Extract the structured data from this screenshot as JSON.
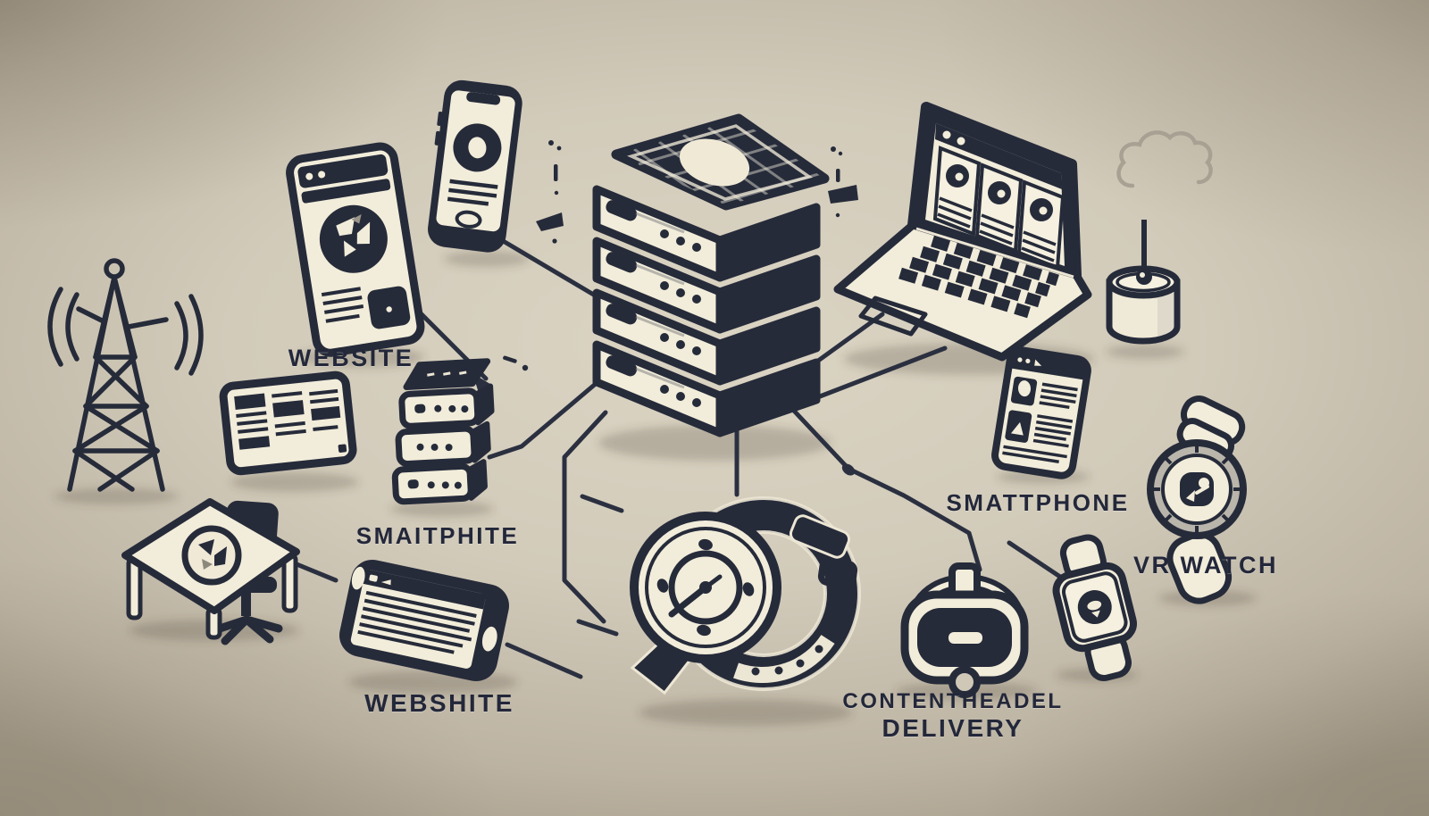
{
  "illustration": {
    "theme": "content-delivery network illustration: central server stack connected to many devices",
    "colors": {
      "background_center": "#dbd4c3",
      "background_edge": "#a79e8c",
      "ink": "#262b3a",
      "cream": "#f2edda",
      "bezel_gray": "#b9b5ab",
      "cloud_gray": "#a8a193"
    },
    "labels": {
      "website": "WEBSITE",
      "smaitphite": "SMAITPHITE",
      "webshite": "WEBSHITE",
      "smattphone": "SMATTPHONE",
      "vr_watch": "VR WATCH",
      "content_delivery_line1": "CONTENTHEADEL",
      "content_delivery_line2": "DELIVERY"
    },
    "icons": [
      "server-stack-icon",
      "laptop-icon",
      "website-tablet-icon",
      "smartphone-portrait-icon",
      "radio-tower-icon",
      "landscape-tablet-icon",
      "mini-server-icon",
      "desk-chair-icon",
      "landscape-phone-icon",
      "wristwatch-icon",
      "vr-headset-icon",
      "square-smartwatch-icon",
      "round-watch-icon",
      "browser-phone-icon",
      "antenna-cylinder-icon",
      "cloud-icon",
      "connection-lines"
    ]
  }
}
